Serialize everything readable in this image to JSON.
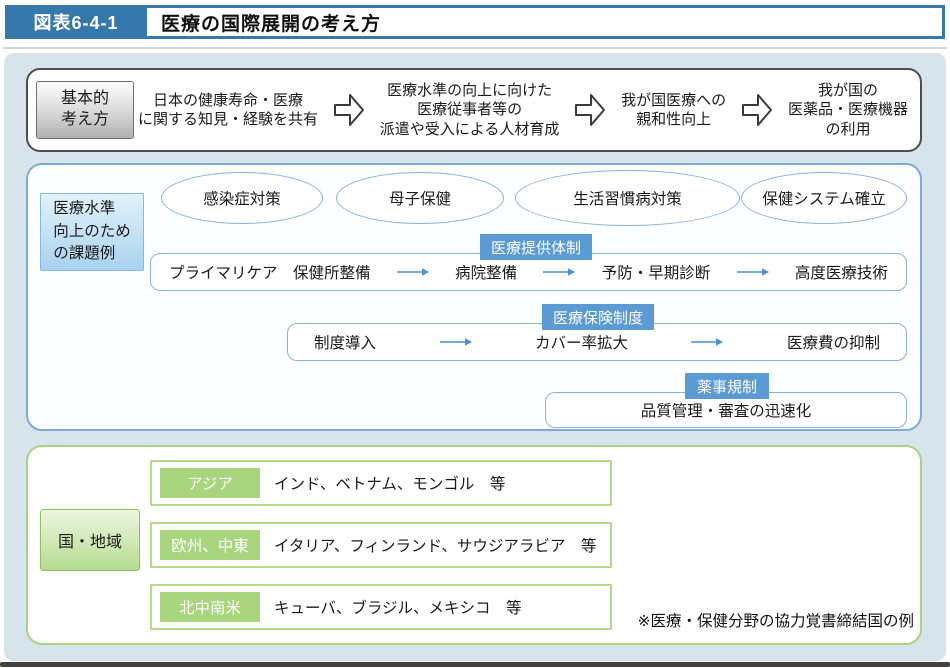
{
  "header": {
    "figure_label": "図表6-4-1",
    "title": "医療の国際展開の考え方"
  },
  "basic_approach": {
    "label": "基本的\n考え方",
    "steps": [
      "日本の健康寿命・医療\nに関する知見・経験を共有",
      "医療水準の向上に向けた\n医療従事者等の\n派遣や受入による人材育成",
      "我が国医療への\n親和性向上",
      "我が国の\n医薬品・医療機器\nの利用"
    ]
  },
  "challenges": {
    "label": "医療水準\n向上のため\nの課題例",
    "topics": [
      "感染症対策",
      "母子保健",
      "生活習慣病対策",
      "保健システム確立"
    ],
    "rows": [
      {
        "tag": "医療提供体制",
        "items": [
          "プライマリケア　保健所整備",
          "病院整備",
          "予防・早期診断",
          "高度医療技術"
        ]
      },
      {
        "tag": "医療保険制度",
        "items": [
          "制度導入",
          "カバー率拡大",
          "医療費の抑制"
        ]
      },
      {
        "tag": "薬事規制",
        "items": [
          "品質管理・審査の迅速化"
        ]
      }
    ]
  },
  "regions": {
    "label": "国・地域",
    "rows": [
      {
        "tag": "アジア",
        "countries": "インド、ベトナム、モンゴル　等"
      },
      {
        "tag": "欧州、中東",
        "countries": "イタリア、フィンランド、サウジアラビア　等"
      },
      {
        "tag": "北中南米",
        "countries": "キューバ、ブラジル、メキシコ　等"
      }
    ],
    "note": "※医療・保健分野の協力覚書締結国の例"
  },
  "colors": {
    "header_blue": "#3578ac",
    "panel_blue": "#d8e4ec",
    "chip_blue": "#5b9ad2",
    "line_blue": "#8ab1de",
    "chip_green": "#a8d57d",
    "line_green": "#a6d287"
  }
}
